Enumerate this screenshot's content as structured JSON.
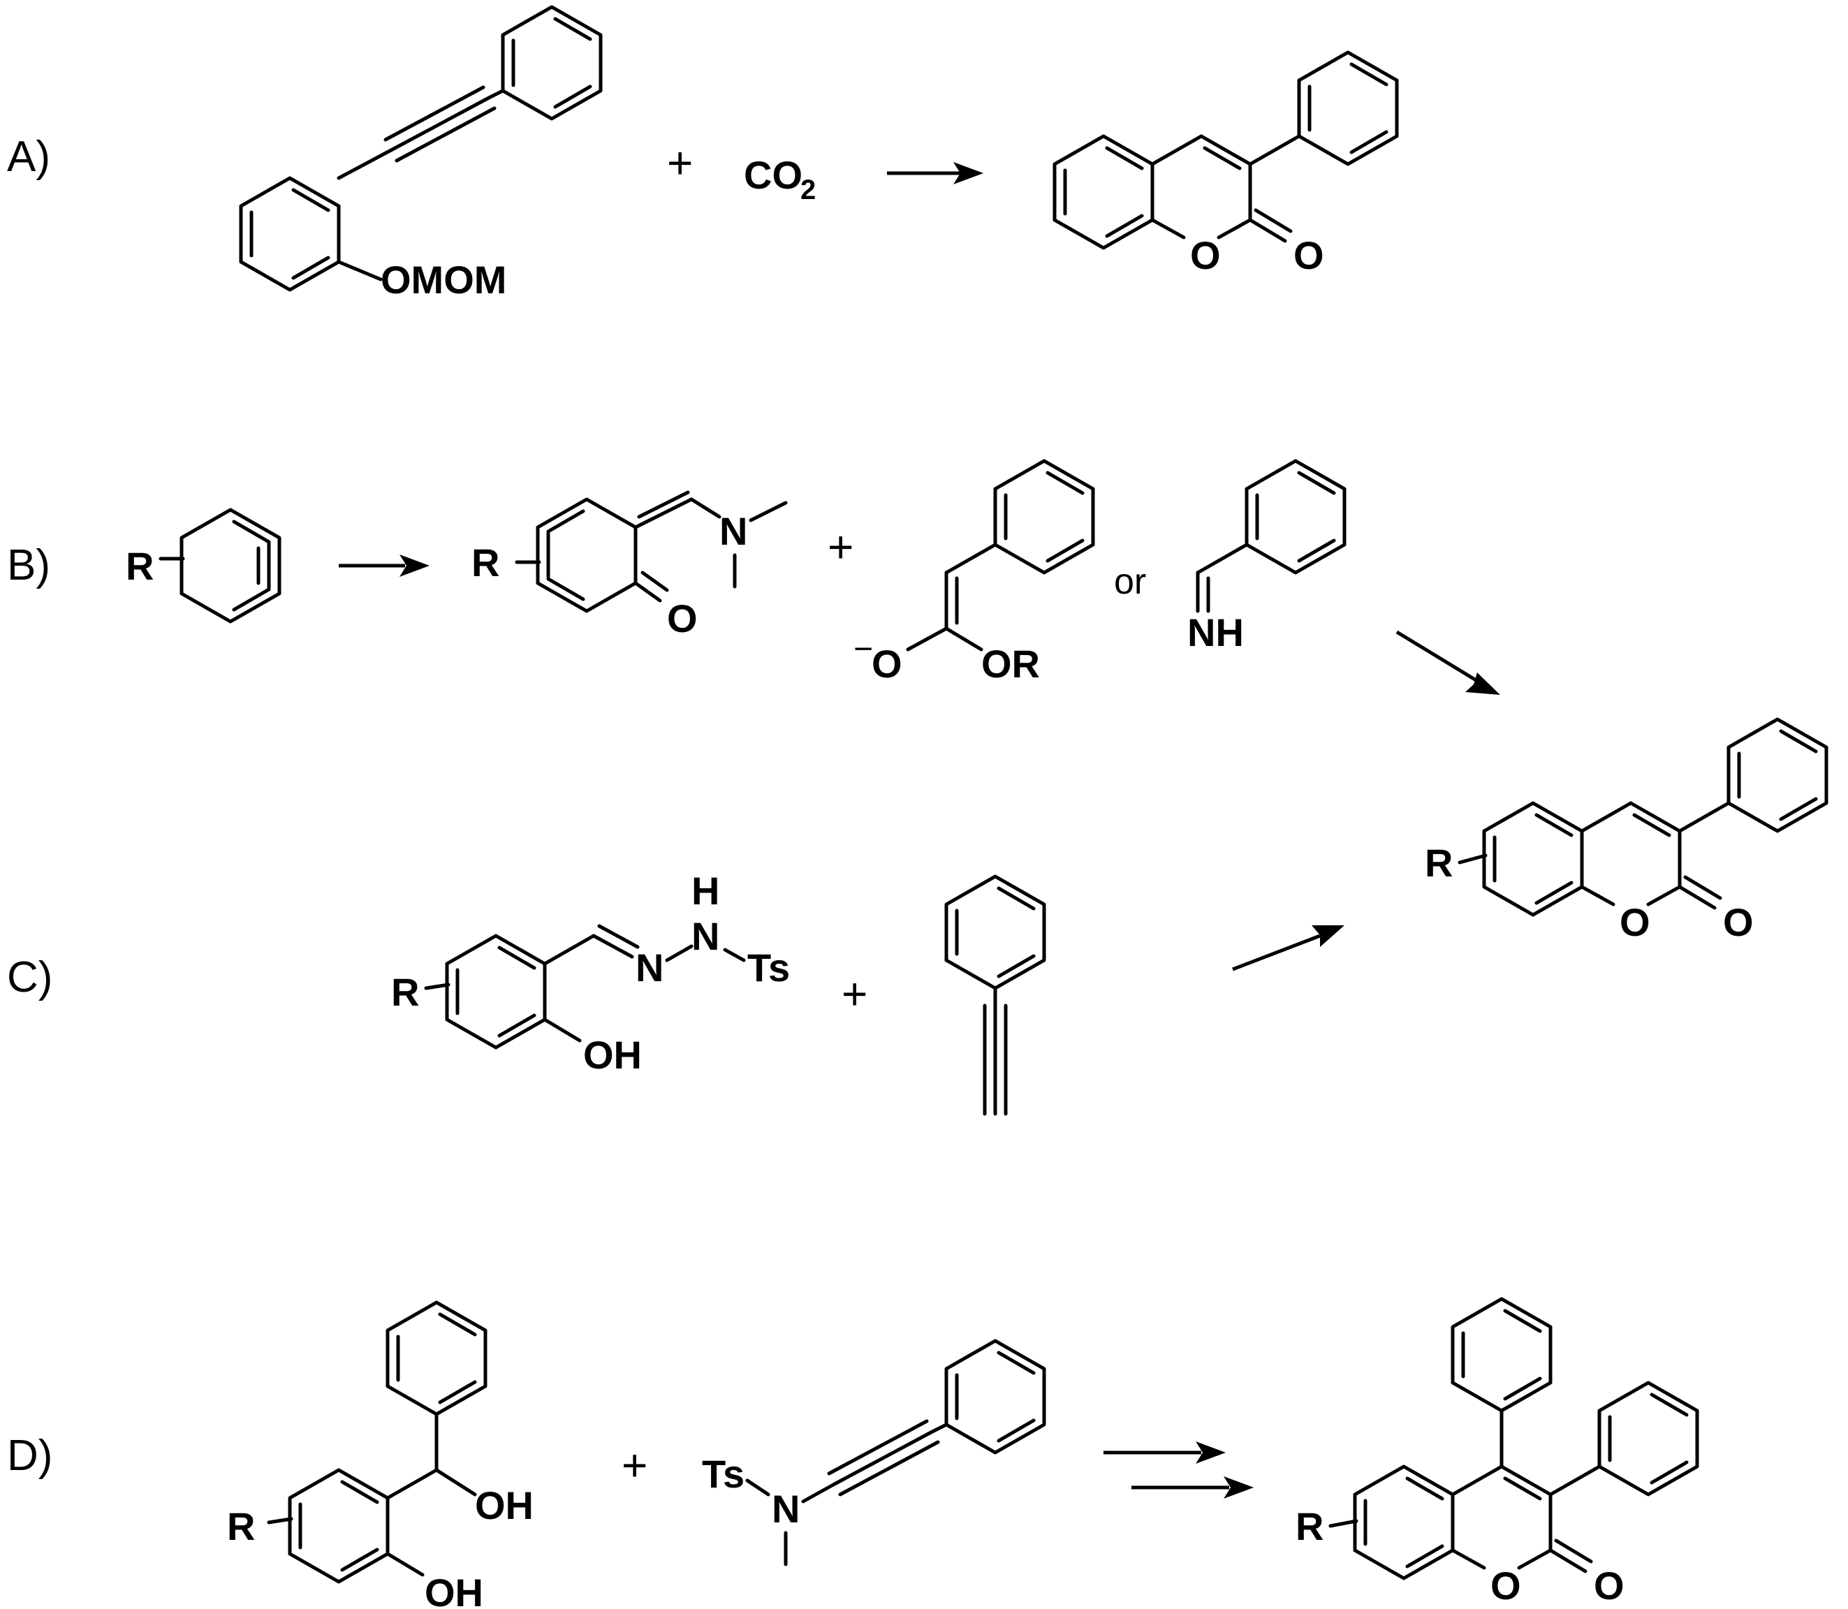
{
  "schemes": [
    {
      "label": "A)",
      "plus": "+",
      "reactant_substituent": "OMOM",
      "reagent": {
        "main": "CO",
        "sub": "2"
      },
      "product_atoms": {
        "ring_o": "O",
        "carbonyl_o": "O"
      }
    },
    {
      "label": "B)",
      "aryne_r": "R",
      "intermediate_r": "R",
      "intermediate_n": "N",
      "intermediate_o": "O",
      "plus": "+",
      "enolate": {
        "charge": "−",
        "o": "O",
        "or": "OR"
      },
      "or_text": "or",
      "imine_nh": "NH"
    },
    {
      "label": "C)",
      "r": "R",
      "n1": "N",
      "n2": "N",
      "h": "H",
      "ts": "Ts",
      "oh": "OH",
      "plus": "+"
    },
    {
      "label": "D)",
      "r": "R",
      "oh1": "OH",
      "oh2": "OH",
      "plus": "+",
      "ts": "Ts",
      "n": "N"
    }
  ],
  "product_bc": {
    "r": "R",
    "ring_o": "O",
    "carbonyl_o": "O"
  },
  "product_d": {
    "r": "R",
    "ring_o": "O",
    "carbonyl_o": "O"
  }
}
